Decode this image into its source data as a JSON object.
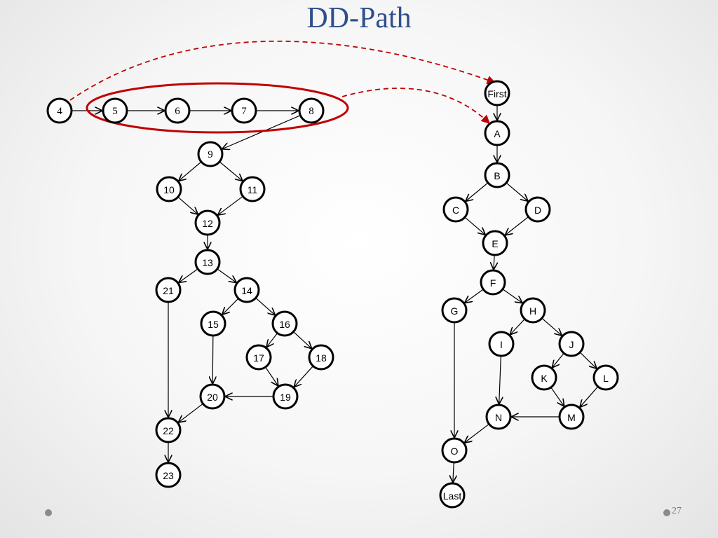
{
  "title": "DD-Path",
  "slide_number": "27",
  "colors": {
    "title": "#2E4F8C",
    "highlight": "#C00000",
    "node_stroke": "#000000"
  },
  "left_graph": {
    "nodes": [
      {
        "id": "4",
        "label": "4"
      },
      {
        "id": "5",
        "label": "5"
      },
      {
        "id": "6",
        "label": "6"
      },
      {
        "id": "7",
        "label": "7"
      },
      {
        "id": "8",
        "label": "8"
      },
      {
        "id": "9",
        "label": "9"
      },
      {
        "id": "10",
        "label": "10"
      },
      {
        "id": "11",
        "label": "11"
      },
      {
        "id": "12",
        "label": "12"
      },
      {
        "id": "13",
        "label": "13"
      },
      {
        "id": "21",
        "label": "21"
      },
      {
        "id": "14",
        "label": "14"
      },
      {
        "id": "15",
        "label": "15"
      },
      {
        "id": "16",
        "label": "16"
      },
      {
        "id": "17",
        "label": "17"
      },
      {
        "id": "18",
        "label": "18"
      },
      {
        "id": "20",
        "label": "20"
      },
      {
        "id": "19",
        "label": "19"
      },
      {
        "id": "22",
        "label": "22"
      },
      {
        "id": "23",
        "label": "23"
      }
    ],
    "edges": [
      [
        "4",
        "5"
      ],
      [
        "5",
        "6"
      ],
      [
        "6",
        "7"
      ],
      [
        "7",
        "8"
      ],
      [
        "8",
        "9"
      ],
      [
        "9",
        "10"
      ],
      [
        "9",
        "11"
      ],
      [
        "10",
        "12"
      ],
      [
        "11",
        "12"
      ],
      [
        "12",
        "13"
      ],
      [
        "13",
        "21"
      ],
      [
        "13",
        "14"
      ],
      [
        "14",
        "15"
      ],
      [
        "14",
        "16"
      ],
      [
        "16",
        "17"
      ],
      [
        "16",
        "18"
      ],
      [
        "17",
        "19"
      ],
      [
        "18",
        "19"
      ],
      [
        "19",
        "20"
      ],
      [
        "15",
        "20"
      ],
      [
        "21",
        "22"
      ],
      [
        "20",
        "22"
      ],
      [
        "22",
        "23"
      ]
    ],
    "highlighted_group": [
      "5",
      "6",
      "7",
      "8"
    ]
  },
  "right_graph": {
    "nodes": [
      {
        "id": "First",
        "label": "First"
      },
      {
        "id": "A",
        "label": "A"
      },
      {
        "id": "B",
        "label": "B"
      },
      {
        "id": "C",
        "label": "C"
      },
      {
        "id": "D",
        "label": "D"
      },
      {
        "id": "E",
        "label": "E"
      },
      {
        "id": "F",
        "label": "F"
      },
      {
        "id": "G",
        "label": "G"
      },
      {
        "id": "H",
        "label": "H"
      },
      {
        "id": "I",
        "label": "I"
      },
      {
        "id": "J",
        "label": "J"
      },
      {
        "id": "K",
        "label": "K"
      },
      {
        "id": "L",
        "label": "L"
      },
      {
        "id": "N",
        "label": "N"
      },
      {
        "id": "M",
        "label": "M"
      },
      {
        "id": "O",
        "label": "O"
      },
      {
        "id": "Last",
        "label": "Last"
      }
    ],
    "edges": [
      [
        "First",
        "A"
      ],
      [
        "A",
        "B"
      ],
      [
        "B",
        "C"
      ],
      [
        "B",
        "D"
      ],
      [
        "C",
        "E"
      ],
      [
        "D",
        "E"
      ],
      [
        "E",
        "F"
      ],
      [
        "F",
        "G"
      ],
      [
        "F",
        "H"
      ],
      [
        "H",
        "I"
      ],
      [
        "H",
        "J"
      ],
      [
        "J",
        "K"
      ],
      [
        "J",
        "L"
      ],
      [
        "K",
        "M"
      ],
      [
        "L",
        "M"
      ],
      [
        "M",
        "N"
      ],
      [
        "I",
        "N"
      ],
      [
        "N",
        "O"
      ],
      [
        "G",
        "O"
      ],
      [
        "O",
        "Last"
      ]
    ]
  },
  "mappings": [
    {
      "from": "4",
      "to": "First"
    },
    {
      "from": "5-8 group",
      "to": "A"
    }
  ]
}
